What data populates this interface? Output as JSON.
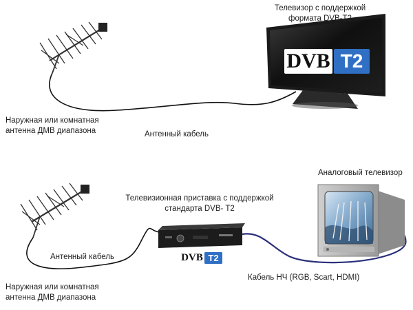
{
  "top_scene": {
    "tv_caption_line1": "Телевизор с поддержкой",
    "tv_caption_line2": "формата DVB-T2",
    "antenna_caption_line1": "Наружная или комнатная",
    "antenna_caption_line2": "антенна ДМВ диапазона",
    "cable_caption": "Антенный кабель",
    "tv_logo_dvb": "DVB",
    "tv_logo_t2": "T2"
  },
  "bottom_scene": {
    "stb_caption_line1": "Телевизионная приставка с поддержкой",
    "stb_caption_line2": "стандарта DVB- T2",
    "analog_tv_caption": "Аналоговый телевизор",
    "antenna_caption_line1": "Наружная или комнатная",
    "antenna_caption_line2": "антенна ДМВ диапазона",
    "antenna_cable_caption": "Антенный кабель",
    "av_cable_caption": "Кабель НЧ (RGB, Scart, HDMI)",
    "stb_logo_dvb": "DVB",
    "stb_logo_t2": "T2"
  },
  "colors": {
    "logo_blue": "#2f6fc4",
    "av_cable": "#2a2f7a",
    "antenna_cable": "#111111"
  }
}
